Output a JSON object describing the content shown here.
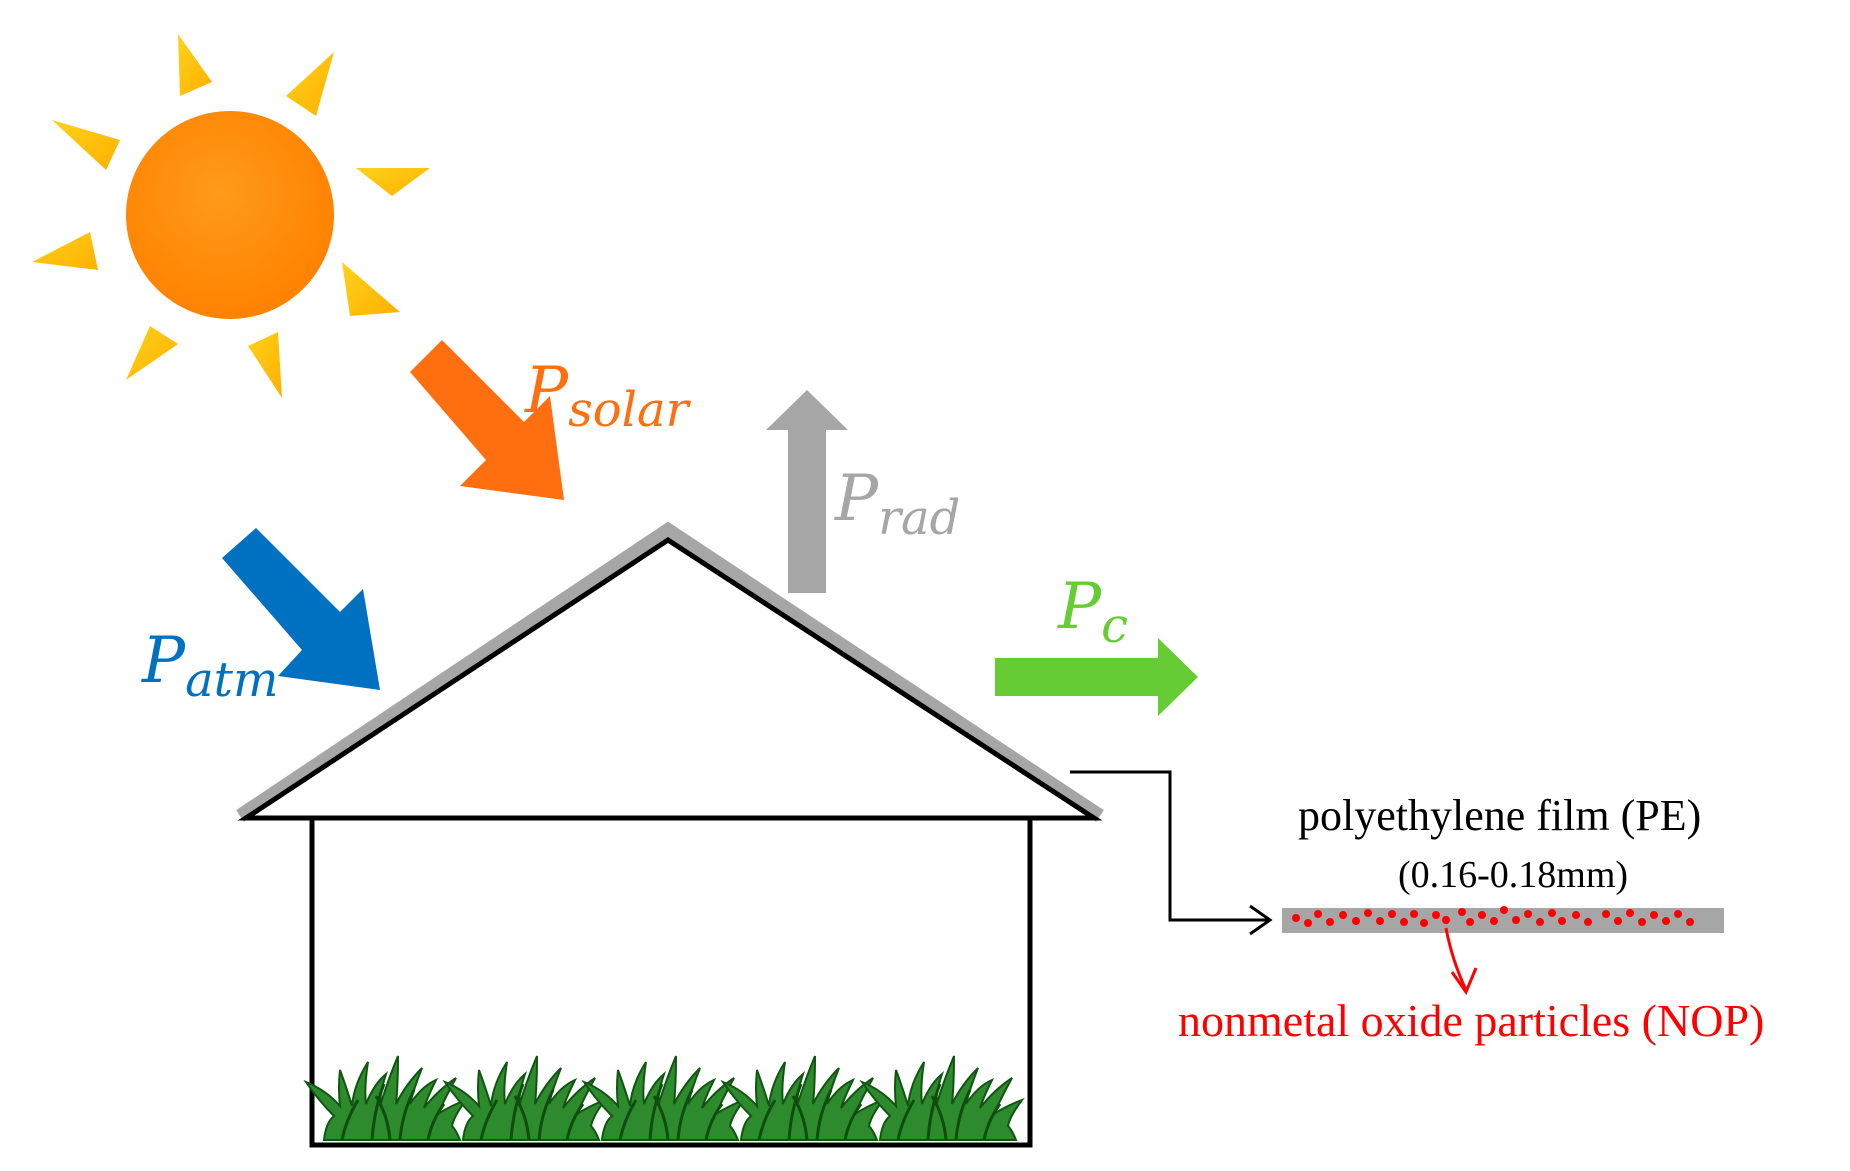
{
  "labels": {
    "p_solar": {
      "main": "P",
      "sub": "solar"
    },
    "p_rad": {
      "main": "P",
      "sub": "rad"
    },
    "p_c": {
      "main": "P",
      "sub": "c"
    },
    "p_atm": {
      "main": "P",
      "sub": "atm"
    }
  },
  "film": {
    "title": "polyethylene film (PE)",
    "thickness": "(0.16-0.18mm)",
    "particles_label": "nonmetal oxide particles (NOP)"
  },
  "colors": {
    "sun_body": "#ff8a00",
    "sun_rays": "#ffc000",
    "solar": "#ff6f0f",
    "rad": "#a6a6a6",
    "convection": "#66cc33",
    "atm": "#0070c0",
    "particles": "#ff0000",
    "film": "#a6a6a6",
    "outline": "#000000",
    "grass": "#1e7a1e"
  }
}
